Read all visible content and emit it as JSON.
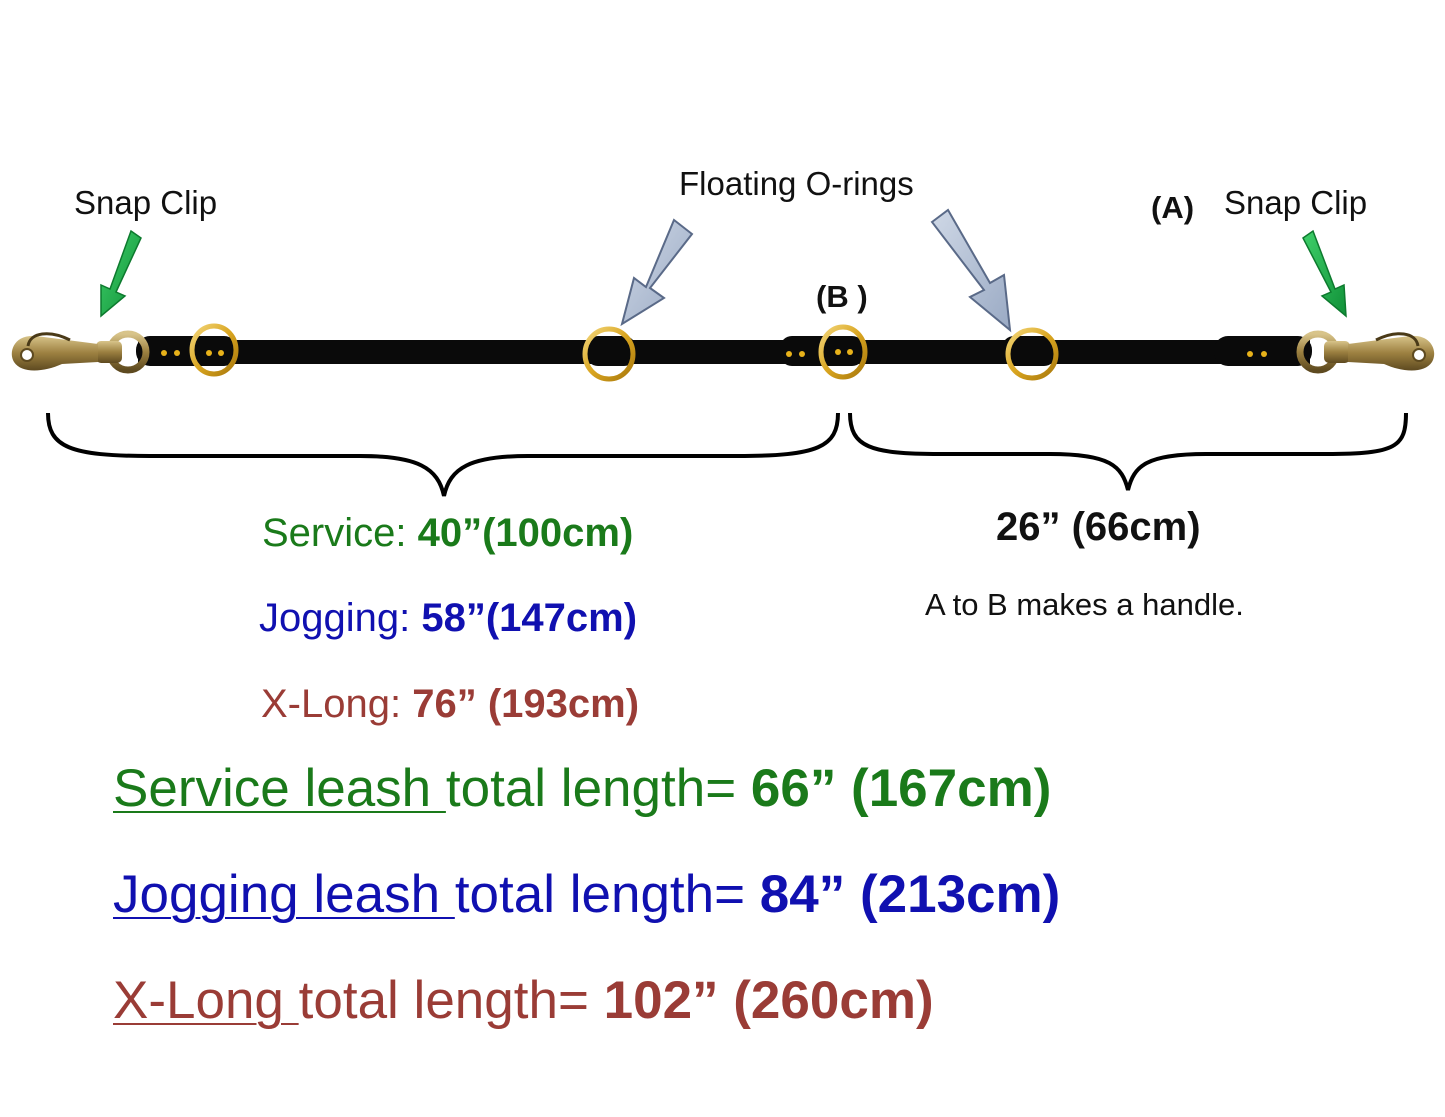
{
  "labels": {
    "snap_clip_left": "Snap Clip",
    "snap_clip_right": "Snap Clip",
    "floating_orings": "Floating O-rings",
    "point_a": "(A)",
    "point_b": "(B )"
  },
  "segments": {
    "service": {
      "name": "Service: ",
      "value": "40”(100cm)"
    },
    "jogging": {
      "name": "Jogging: ",
      "value": "58”(147cm)"
    },
    "xlong": {
      "name": "X-Long: ",
      "value": "76” (193cm)"
    },
    "handle": {
      "value": "26” (66cm)",
      "note": "A to B  makes a handle."
    }
  },
  "totals": {
    "service": {
      "name": "Service leash ",
      "text": "total length= ",
      "value": "66” (167cm)"
    },
    "jogging": {
      "name": "Jogging leash ",
      "text": "total length= ",
      "value": "84” (213cm)"
    },
    "xlong": {
      "name": "X-Long ",
      "text": "total length= ",
      "value": "102” (260cm)"
    }
  },
  "colors": {
    "service": "#1a7a1a",
    "jogging": "#1010b0",
    "xlong": "#9a3c36",
    "leash": "#0a0a0a",
    "ring": "#d9a520",
    "clip_arrow": "#1fa84a",
    "oring_arrow": "#b6c3d8"
  },
  "icons": [
    "snap-clip-icon",
    "o-ring-icon",
    "arrow-icon",
    "curly-brace-icon"
  ]
}
